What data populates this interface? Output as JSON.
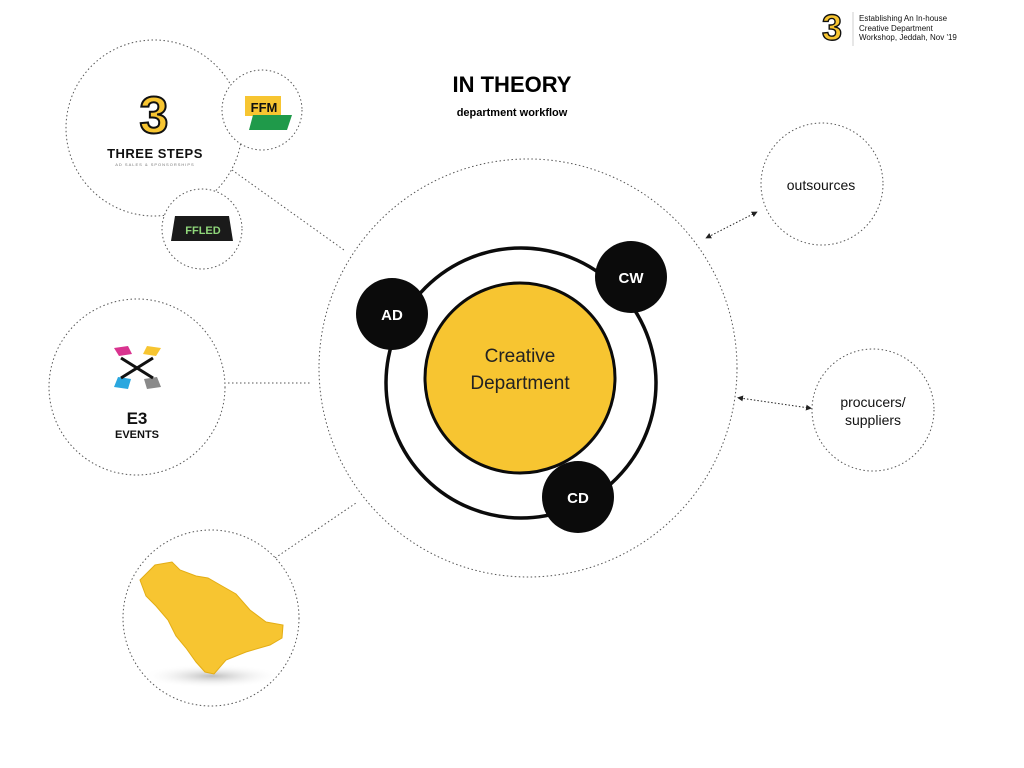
{
  "header": {
    "logo_glyph": "3",
    "lines": [
      "Establishing An In-house",
      "Creative Department",
      "Workshop, Jeddah, Nov '19"
    ]
  },
  "title": "IN THEORY",
  "subtitle": "department workflow",
  "center": {
    "line1": "Creative",
    "line2": "Department"
  },
  "roles": {
    "ad": "AD",
    "cw": "CW",
    "cd": "CD"
  },
  "left_logos": {
    "three_steps": {
      "glyph": "3",
      "name": "THREE STEPS",
      "tagline": "AD SALES & SPONSORSHIPS"
    },
    "ffm": {
      "text": "FFM"
    },
    "ffled": {
      "text": "FFLED"
    },
    "e3": {
      "name": "E3",
      "sub": "EVENTS"
    }
  },
  "external": {
    "outsources": "outsources",
    "producers_line1": "procucers/",
    "producers_line2": "suppliers"
  },
  "colors": {
    "accent": "#f7c531",
    "dark": "#0b0b0b",
    "ffm_green": "#1f9a4a",
    "magenta": "#d9338f",
    "cyan": "#2aa7df",
    "grey": "#8a8a8a"
  }
}
